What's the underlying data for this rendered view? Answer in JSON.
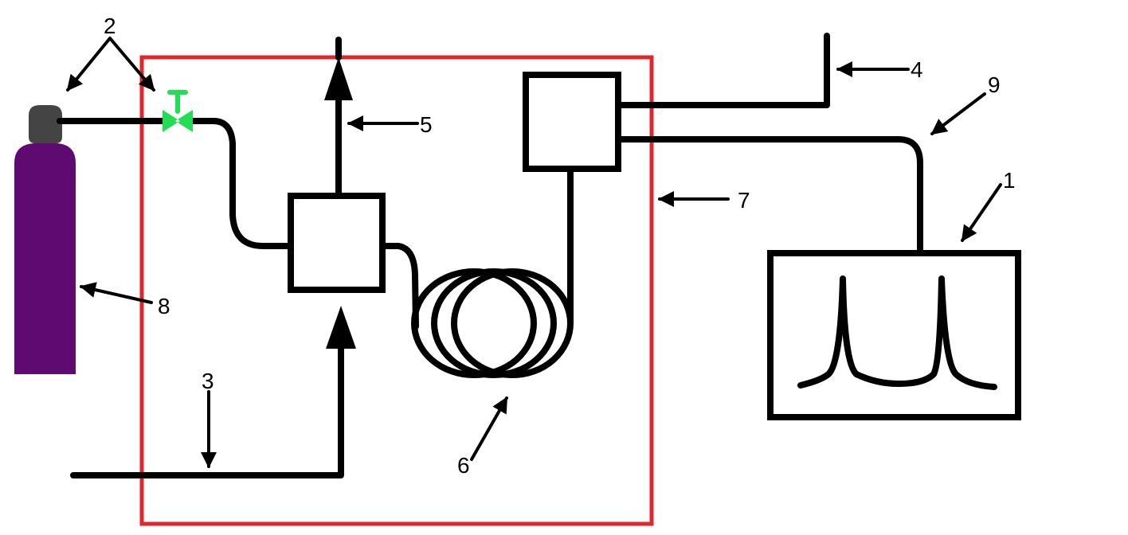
{
  "labels": {
    "l1": "1",
    "l2": "2",
    "l3": "3",
    "l4": "4",
    "l5": "5",
    "l6": "6",
    "l7": "7",
    "l8": "8",
    "l9": "9"
  },
  "colors": {
    "enclosure": "#e0262b",
    "cylinder": "#5e0a70",
    "cylinder_cap": "#444444",
    "valve": "#22dd55",
    "lines": "#000000"
  },
  "icons": {
    "cylinder": "gas-cylinder-icon",
    "valve": "valve-icon",
    "coil": "coil-icon",
    "chromatogram": "chromatogram-peaks-icon"
  }
}
